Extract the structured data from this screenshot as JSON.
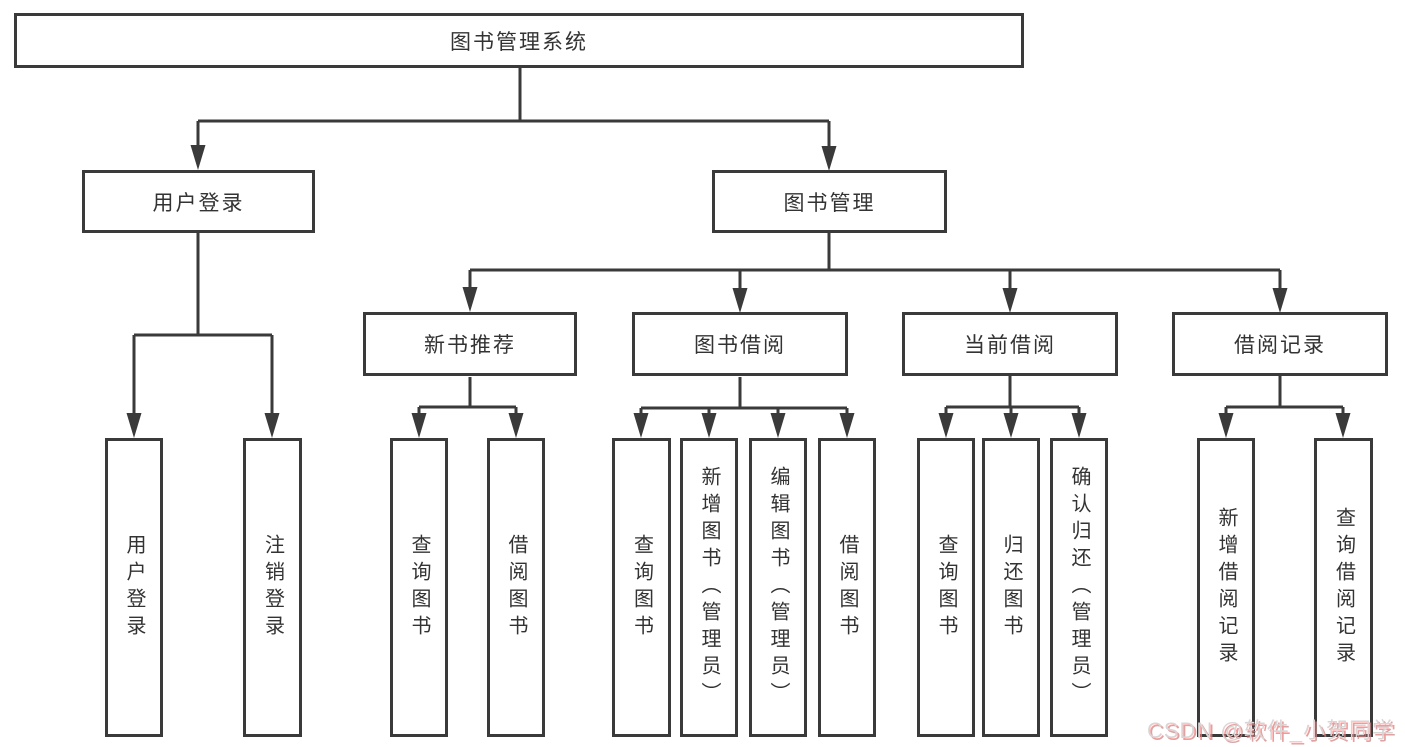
{
  "nodes": {
    "root": "图书管理系统",
    "level2": [
      "用户登录",
      "图书管理"
    ],
    "level3": [
      "新书推荐",
      "图书借阅",
      "当前借阅",
      "借阅记录"
    ],
    "leaves": [
      "用户登录",
      "注销登录",
      "查询图书",
      "借阅图书",
      "查询图书",
      "新增图书（管理员）",
      "编辑图书（管理员）",
      "借阅图书",
      "查询图书",
      "归还图书",
      "确认归还（管理员）",
      "新增借阅记录",
      "查询借阅记录"
    ]
  },
  "watermark": {
    "text": "CSDN @软件_小贺同学"
  },
  "colors": {
    "line": "#3a3a3a",
    "box_border": "#3a3a3a",
    "text": "#333333",
    "background": "#ffffff",
    "watermark_text": "#d6d6d6",
    "watermark_shadow": "#eb7878"
  }
}
